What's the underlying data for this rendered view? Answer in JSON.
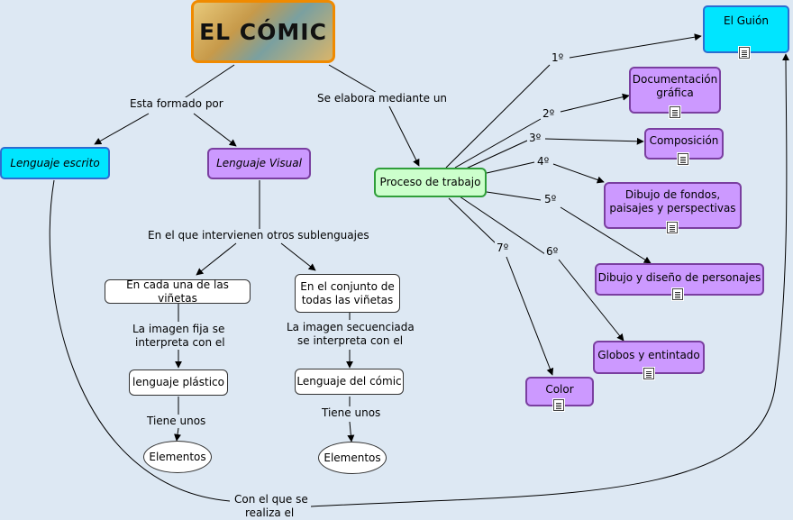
{
  "title": "EL CÓMIC",
  "nodes": {
    "guion": "El Guión",
    "documentacion": "Documentación gráfica",
    "composicion": "Composición",
    "fondos": "Dibujo de fondos, paisajes y perspectivas",
    "personajes": "Dibujo y diseño de personajes",
    "globos": "Globos y entintado",
    "color": "Color",
    "proceso": "Proceso de trabajo",
    "lenguaje_escrito": "Lenguaje escrito",
    "lenguaje_visual": "Lenguaje Visual",
    "cada_vineta": "En cada una de las viñetas",
    "conjunto_vinetas": "En el conjunto de todas las viñetas",
    "lenguaje_plastico": "lenguaje plástico",
    "lenguaje_comic": "Lenguaje del cómic",
    "elementos_1": "Elementos",
    "elementos_2": "Elementos"
  },
  "labels": {
    "esta_formado": "Esta formado por",
    "se_elabora": "Se elabora mediante un",
    "intervienen": "En el que intervienen otros sublenguajes",
    "imagen_fija_1": "La imagen fija se",
    "imagen_fija_2": "interpreta con el",
    "imagen_sec_1": "La imagen secuenciada",
    "imagen_sec_2": "se interpreta con el",
    "tiene_unos_1": "Tiene unos",
    "tiene_unos_2": "Tiene unos",
    "con_el_que_1": "Con el que se",
    "con_el_que_2": "realiza el",
    "step_1": "1º",
    "step_2": "2º",
    "step_3": "3º",
    "step_4": "4º",
    "step_5": "5º",
    "step_6": "6º",
    "step_7": "7º"
  },
  "icons": [
    "document-icon"
  ],
  "colors": {
    "background": "#dde8f3",
    "cyan": "#00e5ff",
    "purple": "#cc99ff",
    "green": "#ccffcc",
    "title_border": "#f08a00"
  }
}
